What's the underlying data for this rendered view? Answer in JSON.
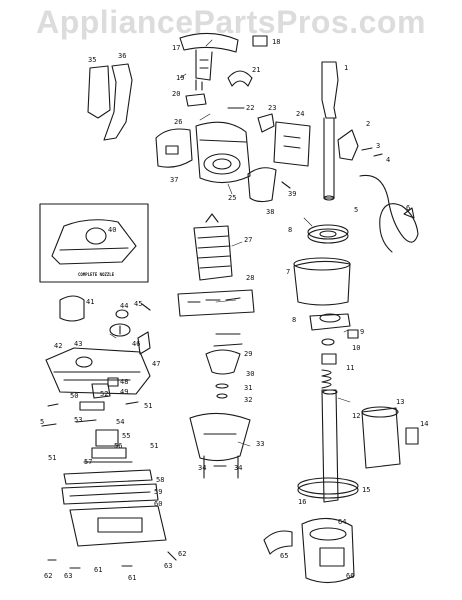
{
  "watermark": "AppliancePartsPros.com",
  "inset_caption": "COMPLETE NOZZLE",
  "callouts": [
    "1",
    "2",
    "3",
    "4",
    "5",
    "6",
    "7",
    "8",
    "9",
    "10",
    "11",
    "12",
    "13",
    "14",
    "15",
    "16",
    "17",
    "18",
    "19",
    "20",
    "21",
    "22",
    "23",
    "24",
    "25",
    "26",
    "27",
    "28",
    "29",
    "30",
    "31",
    "32",
    "33",
    "34",
    "35",
    "36",
    "37",
    "38",
    "39",
    "40",
    "41",
    "42",
    "43",
    "44",
    "45",
    "46",
    "47",
    "48",
    "49",
    "50",
    "51",
    "52",
    "53",
    "54",
    "55",
    "56",
    "57",
    "58",
    "59",
    "60",
    "61",
    "62",
    "63",
    "64",
    "65",
    "66"
  ],
  "colors": {
    "ink": "#1a1a1a",
    "watermark": "#dcdcdc",
    "background": "#ffffff"
  }
}
